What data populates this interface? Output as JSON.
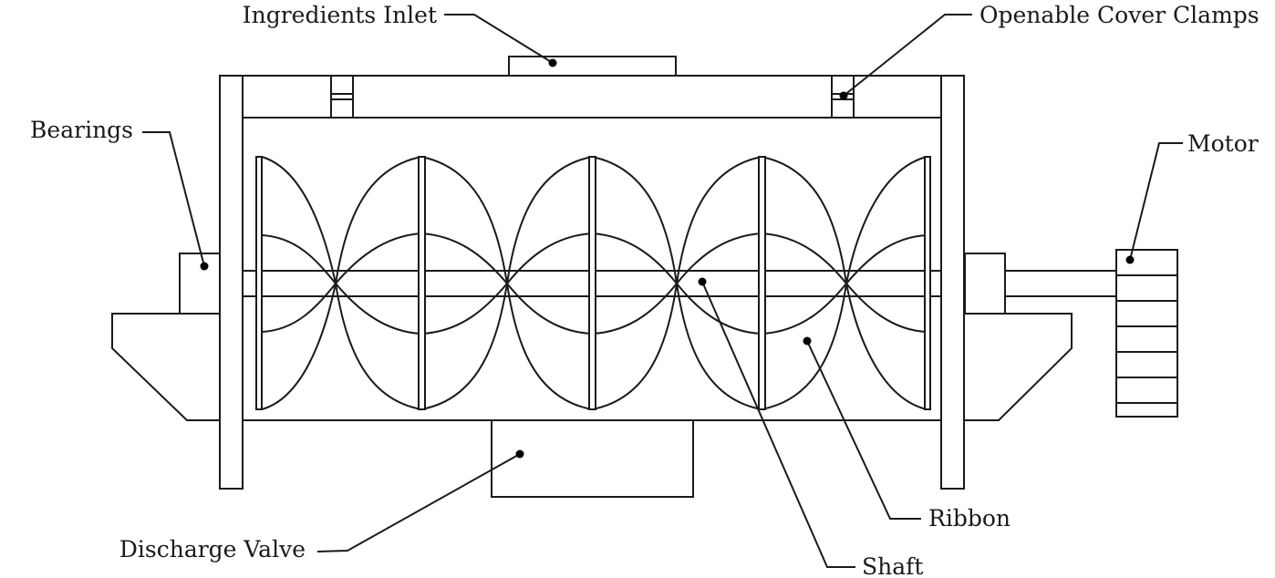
{
  "labels": {
    "ingredients_inlet": "Ingredients Inlet",
    "openable_cover_clamps": "Openable Cover Clamps",
    "bearings": "Bearings",
    "motor": "Motor",
    "ribbon": "Ribbon",
    "discharge_valve": "Discharge Valve",
    "shaft": "Shaft"
  },
  "colors": {
    "line": "#1a1a1a",
    "background": "#ffffff"
  }
}
